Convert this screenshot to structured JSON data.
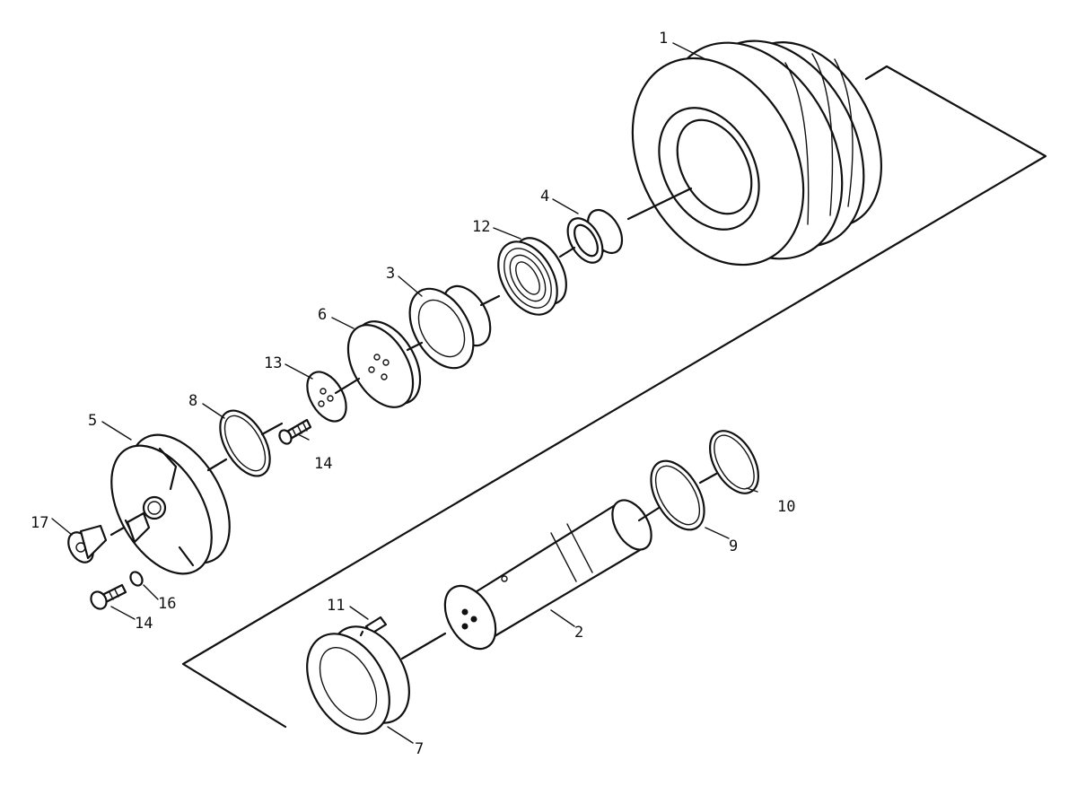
{
  "diagram": {
    "callouts": {
      "c1": "1",
      "c2": "2",
      "c3": "3",
      "c4": "4",
      "c5": "5",
      "c6": "6",
      "c7": "7",
      "c8": "8",
      "c9": "9",
      "c10": "10",
      "c11": "11",
      "c12": "12",
      "c13": "13",
      "c14a": "14",
      "c14b": "14",
      "c16": "16",
      "c17": "17"
    }
  }
}
